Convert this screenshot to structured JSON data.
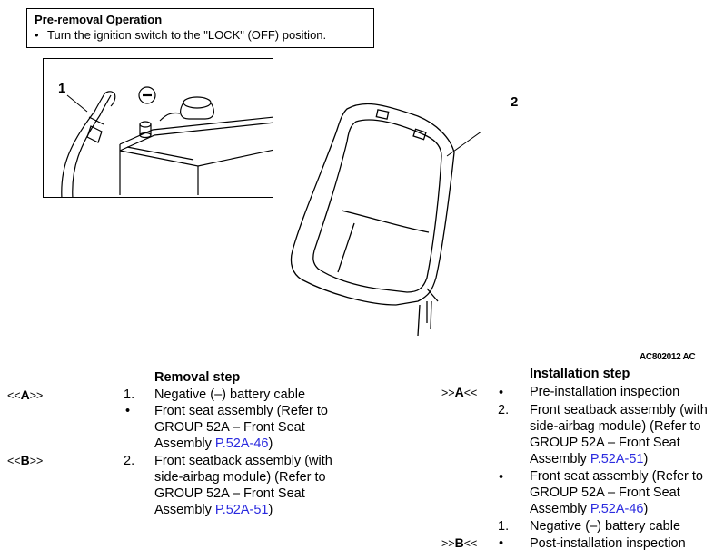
{
  "pre_removal": {
    "title": "Pre-removal Operation",
    "bullet": "•",
    "item": "Turn the ignition switch to the \"LOCK\" (OFF) position."
  },
  "figure": {
    "callout_1": "1",
    "callout_2": "2",
    "terminal_symbol": "−",
    "code": "AC802012 AC"
  },
  "removal": {
    "heading": "Removal step",
    "steps": [
      {
        "marker_open": "<<",
        "marker_letter": "A",
        "marker_close": ">>",
        "num": "1.",
        "lines": [
          "Negative (–) battery cable"
        ]
      },
      {
        "num": "•",
        "lines": [
          "Front seat assembly (Refer to",
          "GROUP 52A – Front Seat"
        ],
        "last_prefix": "Assembly ",
        "link": "P.52A-46",
        "suffix": ")"
      },
      {
        "marker_open": "<<",
        "marker_letter": "B",
        "marker_close": ">>",
        "num": "2.",
        "lines": [
          "Front seatback assembly (with",
          "side-airbag module) (Refer to",
          "GROUP 52A – Front Seat"
        ],
        "last_prefix": "Assembly ",
        "link": "P.52A-51",
        "suffix": ")"
      }
    ]
  },
  "installation": {
    "heading": "Installation step",
    "steps": [
      {
        "marker_open": ">>",
        "marker_letter": "A",
        "marker_close": "<<",
        "num": "•",
        "lines": [
          "Pre-installation inspection"
        ]
      },
      {
        "num": "2.",
        "lines": [
          "Front seatback assembly (with",
          "side-airbag module) (Refer to",
          "GROUP 52A – Front Seat"
        ],
        "last_prefix": "Assembly ",
        "link": "P.52A-51",
        "suffix": ")"
      },
      {
        "num": "•",
        "lines": [
          "Front seat assembly (Refer to",
          "GROUP 52A – Front Seat"
        ],
        "last_prefix": "Assembly ",
        "link": "P.52A-46",
        "suffix": ")"
      },
      {
        "num": "1.",
        "lines": [
          "Negative (–) battery cable"
        ]
      },
      {
        "marker_open": ">>",
        "marker_letter": "B",
        "marker_close": "<<",
        "num": "•",
        "lines": [
          "Post-installation inspection"
        ]
      }
    ]
  }
}
